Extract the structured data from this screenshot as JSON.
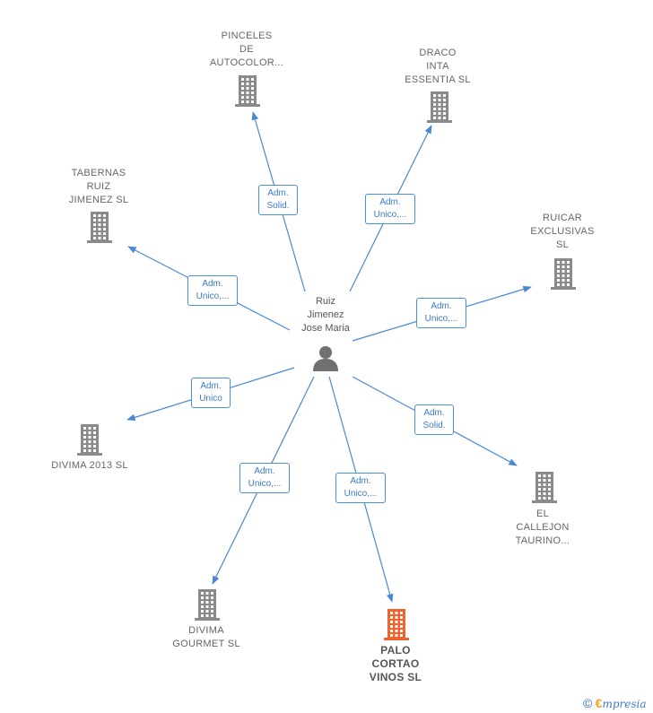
{
  "center": {
    "label": "Ruiz\nJimenez\nJose Maria",
    "icon": "person-icon"
  },
  "companies": [
    {
      "id": "pinceles",
      "label": "PINCELES\nDE\nAUTOCOLOR...",
      "relation": "Adm.\nSolid.",
      "highlight": false
    },
    {
      "id": "draco",
      "label": "DRACO\nINTA\nESSENTIA SL",
      "relation": "Adm.\nUnico,...",
      "highlight": false
    },
    {
      "id": "tabernas",
      "label": "TABERNAS\nRUIZ\nJIMENEZ SL",
      "relation": "Adm.\nUnico,...",
      "highlight": false
    },
    {
      "id": "ruicar",
      "label": "RUICAR\nEXCLUSIVAS\nSL",
      "relation": "Adm.\nUnico,...",
      "highlight": false
    },
    {
      "id": "divima2013",
      "label": "DIVIMA 2013 SL",
      "relation": "Adm.\nUnico",
      "highlight": false
    },
    {
      "id": "callejon",
      "label": "EL\nCALLEJON\nTAURINO...",
      "relation": "Adm.\nSolid.",
      "highlight": false
    },
    {
      "id": "gourmet",
      "label": "DIVIMA\nGOURMET SL",
      "relation": "Adm.\nUnico,...",
      "highlight": false
    },
    {
      "id": "palo",
      "label": "PALO\nCORTAO\nVINOS SL",
      "relation": "Adm.\nUnico,...",
      "highlight": true
    }
  ],
  "colors": {
    "edge": "#4a88d4",
    "building": "#8a8a8a",
    "building_highlight": "#f0622e",
    "person": "#707070"
  },
  "footer": {
    "copyright": "©",
    "brand_initial": "€",
    "brand_rest": "mpresia"
  }
}
